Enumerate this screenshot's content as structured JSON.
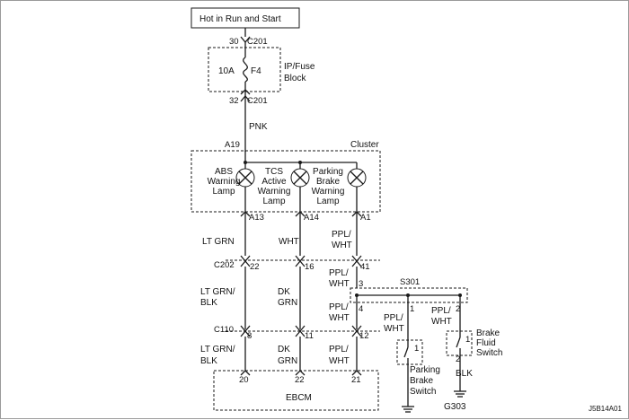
{
  "header_box": "Hot in Run and Start",
  "fuse_block": {
    "name_line1": "IP/Fuse",
    "name_line2": "Block",
    "fuse_rating": "10A",
    "fuse_id": "F4",
    "top_pin": "30",
    "top_conn": "C201",
    "bottom_pin": "32",
    "bottom_conn": "C201"
  },
  "wire_pnk": "PNK",
  "cluster": {
    "label": "Cluster",
    "input_pin": "A19",
    "lamps": [
      {
        "lines": [
          "ABS",
          "Warning",
          "Lamp"
        ],
        "pin": "A13"
      },
      {
        "lines": [
          "TCS",
          "Active",
          "Warning",
          "Lamp"
        ],
        "pin": "A14"
      },
      {
        "lines": [
          "Parking",
          "Brake",
          "Warning",
          "Lamp"
        ],
        "pin": "A1"
      }
    ]
  },
  "wires_upper": [
    "LT GRN",
    "WHT",
    "PPL/",
    "WHT"
  ],
  "c202": {
    "label": "C202",
    "pins": [
      "22",
      "16",
      "41"
    ]
  },
  "wires_mid": {
    "left_1": "LT GRN/",
    "left_2": "BLK",
    "center_1": "DK",
    "center_2": "GRN",
    "right_a1": "PPL/",
    "right_a2": "WHT",
    "right_b1": "PPL/",
    "right_b2": "WHT"
  },
  "s301": {
    "label": "S301",
    "pins": [
      "3",
      "4",
      "1",
      "2"
    ]
  },
  "c110": {
    "label": "C110",
    "pins": [
      "8",
      "11",
      "12"
    ]
  },
  "wires_lower": {
    "left_1": "LT GRN/",
    "left_2": "BLK",
    "center_1": "DK",
    "center_2": "GRN",
    "right_1": "PPL/",
    "right_2": "WHT"
  },
  "switch_wires": {
    "parking_1": "PPL/",
    "parking_2": "WHT",
    "fluid_1": "PPL/",
    "fluid_2": "WHT"
  },
  "parking_brake_switch": {
    "pin": "1",
    "lines": [
      "Parking",
      "Brake",
      "Switch"
    ]
  },
  "brake_fluid_switch": {
    "pin_top": "1",
    "pin_bottom": "2",
    "lines": [
      "Brake",
      "Fluid",
      "Switch"
    ]
  },
  "ground": {
    "wire": "BLK",
    "label": "G303"
  },
  "ebcm": {
    "label": "EBCM",
    "pins": [
      "20",
      "22",
      "21"
    ]
  },
  "diagram_id": "J5B14A01"
}
